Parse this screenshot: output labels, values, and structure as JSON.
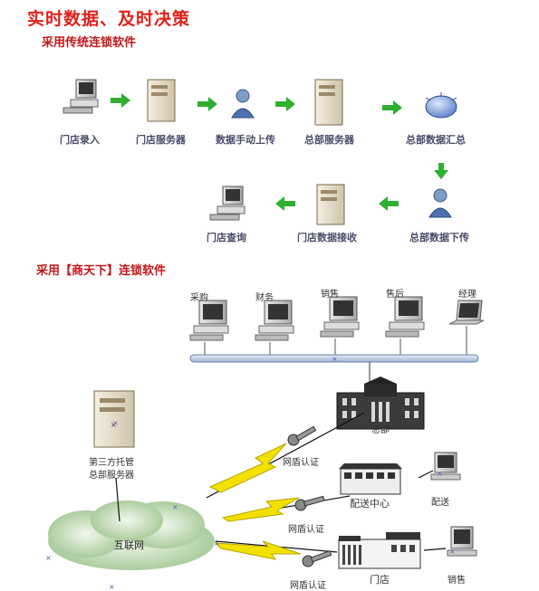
{
  "title": "实时数据、及时决策",
  "traditional": {
    "heading": "采用传统连锁软件",
    "top_row": [
      "门店录入",
      "门店服务器",
      "数据手动上传",
      "总部服务器",
      "总部数据汇总"
    ],
    "bottom_row": [
      "门店查询",
      "门店数据接收",
      "总部数据下传"
    ]
  },
  "shangtianxia": {
    "heading": "采用【商天下】连锁软件",
    "workstations": [
      "采购",
      "财务",
      "销售",
      "售后",
      "经理"
    ],
    "hq_label": "总部",
    "third_party": [
      "第三方托管",
      "总部服务器"
    ],
    "internet": "互联网",
    "shield_labels": [
      "网盾认证",
      "网盾认证",
      "网盾认证"
    ],
    "distribution_center": "配送中心",
    "distribution_pc": "配送",
    "store": "门店",
    "store_pc": "销售"
  },
  "colors": {
    "title": "#e0201a",
    "arrow": "#2fae2f",
    "bolt": "#f2e000",
    "bus": "#b8c8e0"
  }
}
